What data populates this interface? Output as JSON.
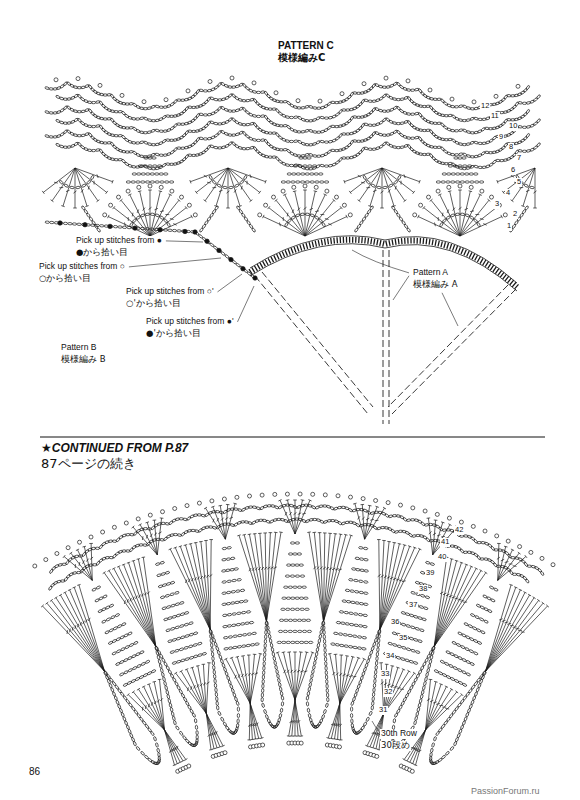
{
  "diagram": {
    "labels": [
      "PATTERN C",
      "模様編みC",
      "1",
      "2",
      "3",
      "4",
      "5",
      "6",
      "7",
      "8",
      "9",
      "10",
      "11",
      "12",
      "Pick up stitches from ●",
      "●から拾い目",
      "Pick up stitches from ○",
      "○から拾い目",
      "Pick up stitches from ○'",
      "○'から拾い目",
      "Pick up stitches from ●'",
      "●'から拾い目",
      "Pattern A",
      "模様編み A",
      "Pattern B",
      "模様編み B",
      "★CONTINUED FROM P.87",
      "87ページの続き",
      "31",
      "32",
      "33",
      "34",
      "35",
      "36",
      "37",
      "38",
      "39",
      "40",
      "41",
      "42",
      "30th Row",
      "30段め",
      "86",
      "PassionForum.ru"
    ]
  }
}
